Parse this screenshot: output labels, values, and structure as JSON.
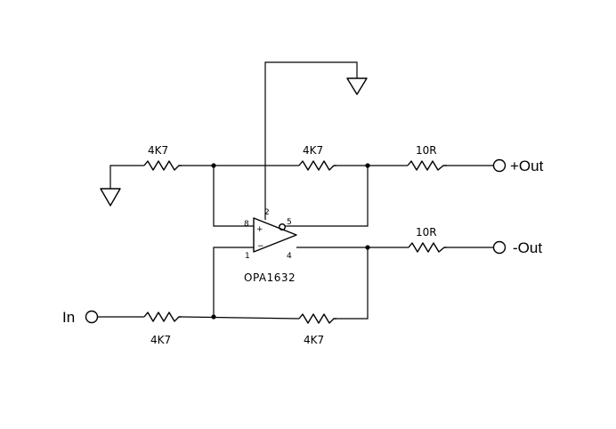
{
  "schematic": {
    "opamp": {
      "part": "OPA1632",
      "pins": {
        "noninv": "8",
        "inv": "1",
        "vocm": "2",
        "out_neg_fb": "5",
        "out": "4"
      },
      "plus_sign": "+",
      "minus_sign": "−"
    },
    "resistors": {
      "r_in_top": "4K7",
      "r_fb_top": "4K7",
      "r_out_top": "10R",
      "r_out_bot": "10R",
      "r_in_bot": "4K7",
      "r_fb_bot": "4K7"
    },
    "terminals": {
      "in": "In",
      "out_pos": "+Out",
      "out_neg": "-Out"
    },
    "colors": {
      "ink": "#000000",
      "paper": "#ffffff"
    }
  }
}
